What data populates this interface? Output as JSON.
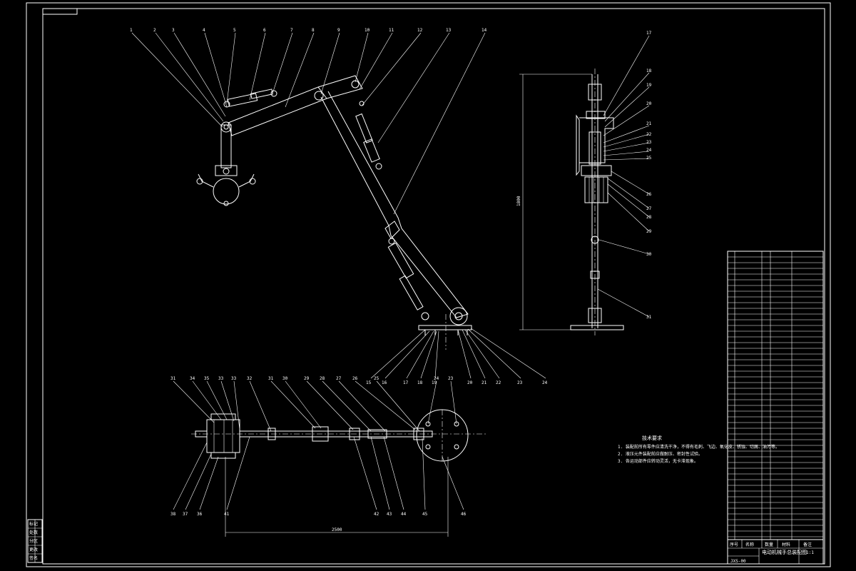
{
  "drawing": {
    "frame_colors": {
      "background": "#000000",
      "line": "#ffffff"
    },
    "dimensions": {
      "front_height": "1800",
      "top_length": "2500"
    },
    "notes": {
      "title": "技术要求",
      "lines": [
        "1. 装配前所有零件应清洗干净，不得有毛刺、飞边、氧化皮、锈蚀、切屑、油污等。",
        "2. 液压元件装配前应做耐压、密封性试验。",
        "3. 各运动部件应转动灵活，无卡滞现象。"
      ]
    },
    "title_block": {
      "headers": [
        "序号",
        "名称",
        "数量",
        "材料",
        "备注"
      ],
      "name": "电动机械手总装配图",
      "scale": "1:1",
      "drawing_no": "JXS-00"
    },
    "side_block": [
      "标记",
      "处数",
      "分区",
      "更改",
      "签名"
    ],
    "front_callouts": [
      "1",
      "2",
      "3",
      "4",
      "5",
      "6",
      "7",
      "8",
      "9",
      "10",
      "11",
      "12",
      "13",
      "14"
    ],
    "base_callouts": [
      "15",
      "16",
      "17",
      "18",
      "19",
      "20",
      "21",
      "22",
      "23",
      "24",
      "25"
    ],
    "side_callouts": [
      "17",
      "18",
      "19",
      "20",
      "21",
      "22",
      "23",
      "24",
      "25",
      "26",
      "27",
      "28",
      "29",
      "30",
      "31"
    ],
    "top_callouts_top": [
      "31",
      "34",
      "35",
      "33",
      "33",
      "32",
      "31",
      "30",
      "29",
      "28",
      "27",
      "26",
      "25",
      "24",
      "23"
    ],
    "top_callouts_bottom": [
      "38",
      "37",
      "36",
      "41",
      "42",
      "43",
      "44",
      "45",
      "46"
    ]
  }
}
